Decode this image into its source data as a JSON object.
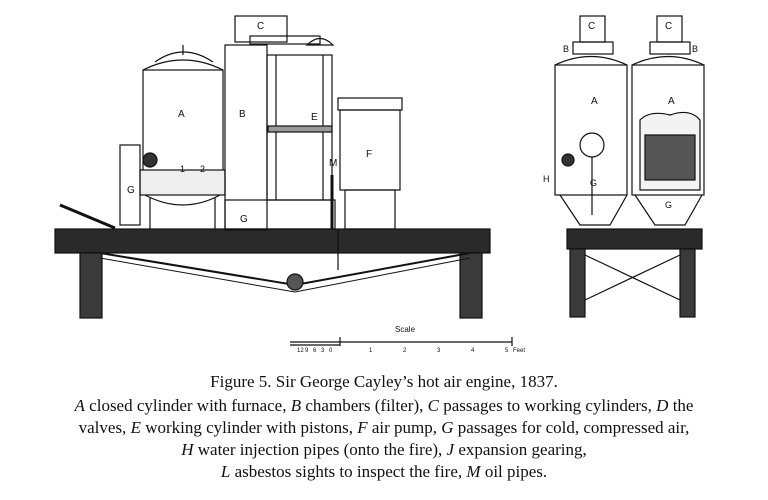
{
  "figure": {
    "labels": {
      "A": "A",
      "B": "B",
      "C": "C",
      "E": "E",
      "F": "F",
      "G": "G",
      "H": "H",
      "M": "M",
      "one": "1",
      "two": "2"
    },
    "scale": {
      "title": "Scale",
      "ticks": [
        "12",
        "9",
        "6",
        "3",
        "0",
        "1",
        "2",
        "3",
        "4",
        "5",
        "Feet"
      ]
    },
    "caption": {
      "line1": "Figure 5.  Sir George Cayley’s hot air engine, 1837.",
      "line2": [
        {
          "k": "A",
          "t": " closed cylinder with furnace, "
        },
        {
          "k": "B",
          "t": " chambers (filter), "
        },
        {
          "k": "C",
          "t": " passages to working cylinders, "
        },
        {
          "k": "D",
          "t": " the"
        }
      ],
      "line3": [
        {
          "k": "",
          "t": "valves, "
        },
        {
          "k": "E",
          "t": " working cylinder with pistons, "
        },
        {
          "k": "F",
          "t": " air pump, "
        },
        {
          "k": "G",
          "t": " passages for cold, compressed air,"
        }
      ],
      "line4": [
        {
          "k": "H",
          "t": " water injection pipes (onto the fire), "
        },
        {
          "k": "J",
          "t": " expansion gearing,"
        }
      ],
      "line5": [
        {
          "k": "L",
          "t": " asbestos sights to inspect the fire, "
        },
        {
          "k": "M",
          "t": " oil pipes."
        }
      ]
    }
  }
}
